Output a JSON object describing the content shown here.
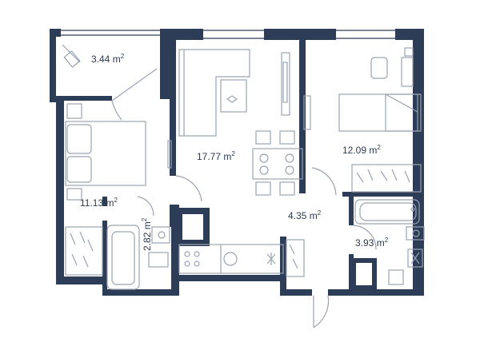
{
  "colors": {
    "wall": "#2e3d57",
    "fixture": "#9aa3b1",
    "fill": "#ffffff"
  },
  "rooms": [
    {
      "id": "balcony",
      "area": "3.44",
      "unit": "m",
      "exp": "2"
    },
    {
      "id": "living",
      "area": "17.77",
      "unit": "m",
      "exp": "2"
    },
    {
      "id": "bedroom-right",
      "area": "12.09",
      "unit": "m",
      "exp": "2"
    },
    {
      "id": "bedroom-left",
      "area": "11.13",
      "unit": "m",
      "exp": "2"
    },
    {
      "id": "bathroom-left",
      "area": "2.82",
      "unit": "m",
      "exp": "2"
    },
    {
      "id": "hallway",
      "area": "4.35",
      "unit": "m",
      "exp": "2"
    },
    {
      "id": "bathroom-right",
      "area": "3.93",
      "unit": "m",
      "exp": "2"
    }
  ]
}
